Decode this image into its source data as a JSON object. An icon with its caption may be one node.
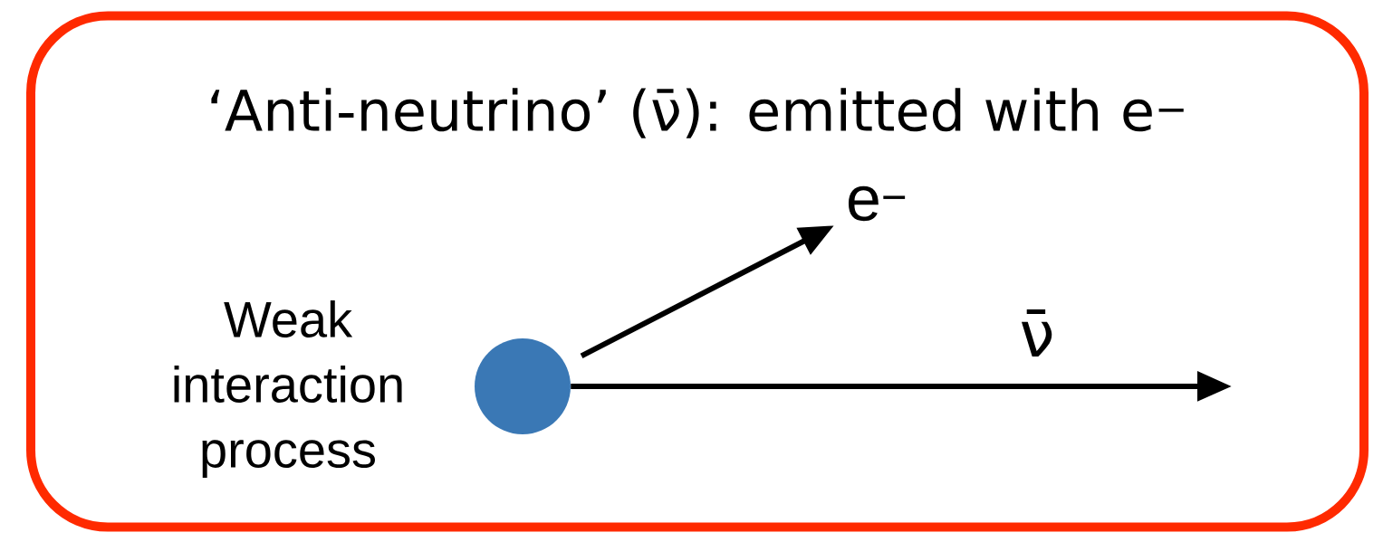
{
  "diagram": {
    "nodes": [
      {
        "text": [
          "‘Anti-neutrino’ (ν̄):  emitted with  e$^{−}$"
        ]
      },
      {
        "text": [],
        "shape": "circle",
        "beside": [
          "Weak interaction process"
        ],
        "in": 0
      },
      {
        "text": [
          "e$^{−}$"
        ],
        "in": 0
      }
    ],
    "edges": [
      {
        "from": 1,
        "to": 2,
        "arrow": "to"
      },
      {
        "from": 1,
        "to": null,
        "arrow": "to",
        "label": "ν̄"
      }
    ]
  }
}
